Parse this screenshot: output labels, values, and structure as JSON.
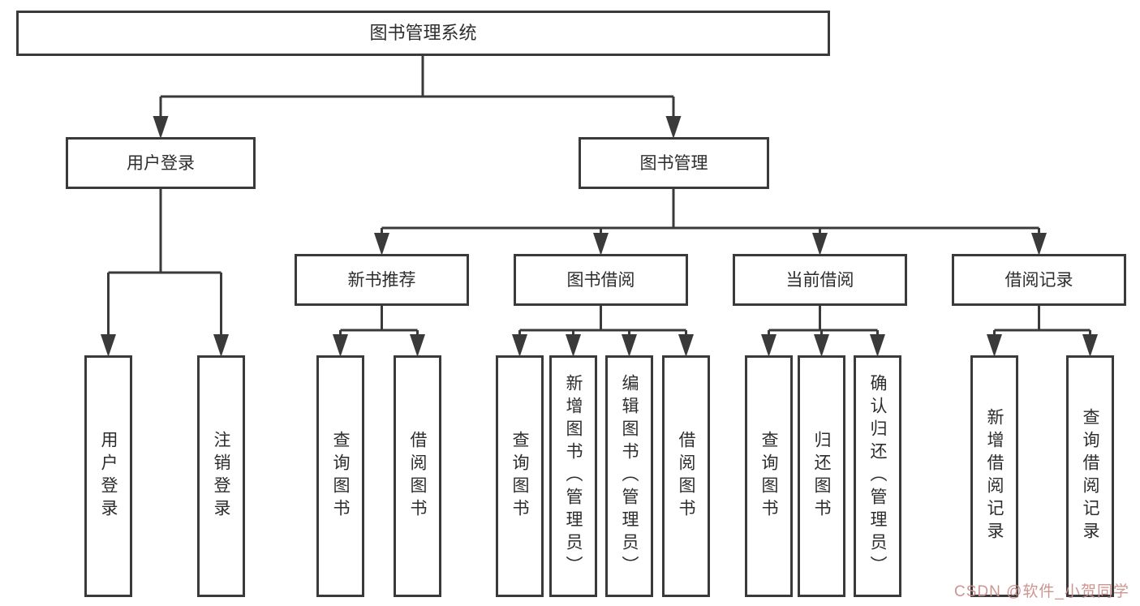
{
  "nodes": {
    "root": "图书管理系统",
    "user_login": "用户登录",
    "book_mgmt": "图书管理",
    "new_book_rec": "新书推荐",
    "book_borrow": "图书借阅",
    "current_borrow": "当前借阅",
    "borrow_record": "借阅记录",
    "ul_user_login": "用户登录",
    "ul_logout": "注销登录",
    "nb_query_book": "查询图书",
    "nb_borrow_book": "借阅图书",
    "bb_query_book": "查询图书",
    "bb_add_book": "新增图书（管理员）",
    "bb_edit_book": "编辑图书（管理员）",
    "bb_borrow_book": "借阅图书",
    "cb_query_book": "查询图书",
    "cb_return_book": "归还图书",
    "cb_confirm_return": "确认归还（管理员）",
    "br_add_record": "新增借阅记录",
    "br_query_record": "查询借阅记录"
  },
  "edges": [
    [
      "root",
      "user_login"
    ],
    [
      "root",
      "book_mgmt"
    ],
    [
      "user_login",
      "ul_user_login"
    ],
    [
      "user_login",
      "ul_logout"
    ],
    [
      "book_mgmt",
      "new_book_rec"
    ],
    [
      "book_mgmt",
      "book_borrow"
    ],
    [
      "book_mgmt",
      "current_borrow"
    ],
    [
      "book_mgmt",
      "borrow_record"
    ],
    [
      "new_book_rec",
      "nb_query_book"
    ],
    [
      "new_book_rec",
      "nb_borrow_book"
    ],
    [
      "book_borrow",
      "bb_query_book"
    ],
    [
      "book_borrow",
      "bb_add_book"
    ],
    [
      "book_borrow",
      "bb_edit_book"
    ],
    [
      "book_borrow",
      "bb_borrow_book"
    ],
    [
      "current_borrow",
      "cb_query_book"
    ],
    [
      "current_borrow",
      "cb_return_book"
    ],
    [
      "current_borrow",
      "cb_confirm_return"
    ],
    [
      "borrow_record",
      "br_add_record"
    ],
    [
      "borrow_record",
      "br_query_record"
    ]
  ],
  "watermark": {
    "text": "CSDN @软件_小贺同学"
  },
  "colors": {
    "line": "#3a3a3a",
    "node_bg": "#ffffff",
    "text": "#2d2d2d",
    "watermark": "#cc8f8c",
    "background": "#ffffff"
  }
}
